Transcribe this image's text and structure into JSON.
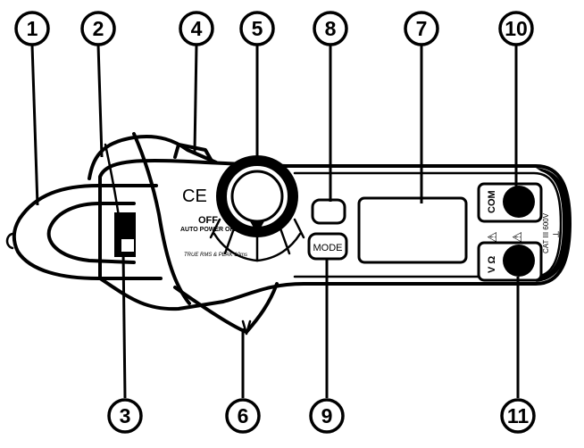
{
  "callouts": [
    {
      "id": "1",
      "label": "1"
    },
    {
      "id": "2",
      "label": "2"
    },
    {
      "id": "3",
      "label": "3"
    },
    {
      "id": "4",
      "label": "4"
    },
    {
      "id": "5",
      "label": "5"
    },
    {
      "id": "6",
      "label": "6"
    },
    {
      "id": "7",
      "label": "7"
    },
    {
      "id": "8",
      "label": "8"
    },
    {
      "id": "9",
      "label": "9"
    },
    {
      "id": "10",
      "label": "10"
    },
    {
      "id": "11",
      "label": "11"
    }
  ],
  "device": {
    "ce_mark": "CE",
    "off_label": "OFF",
    "auto_power_off": "AUTO POWER OFF",
    "true_rms": "TRUE RMS & PEAK 10ms",
    "mode_button": "MODE",
    "com_jack": "COM",
    "v_ohm_jack": "V Ω",
    "cat_rating": "CAT III 600V",
    "warning_symbol": "⚠",
    "ground_symbol": "⏚"
  },
  "colors": {
    "ink": "#000000",
    "paper": "#ffffff"
  }
}
